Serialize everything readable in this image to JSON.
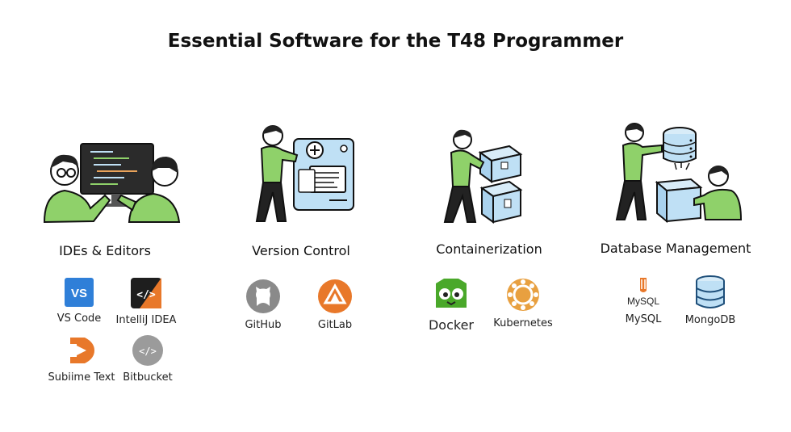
{
  "title": "Essential Software for the T48 Programmer",
  "categories": [
    {
      "title": "IDEs & Editors",
      "tools": [
        {
          "label": "VS Code",
          "icon": "vscode-icon",
          "icon_text": "VS"
        },
        {
          "label": "IntelliJ IDEA",
          "icon": "intellij-icon",
          "icon_text": "</>"
        },
        {
          "label": "Subiime Text",
          "icon": "sublime-icon"
        },
        {
          "label": "Bitbucket",
          "icon": "bitbucket-icon",
          "icon_text": "</>"
        }
      ]
    },
    {
      "title": "Version Control",
      "tools": [
        {
          "label": "GitHub",
          "icon": "github-icon"
        },
        {
          "label": "GitLab",
          "icon": "gitlab-icon"
        }
      ]
    },
    {
      "title": "Containerization",
      "tools": [
        {
          "label": "Docker",
          "icon": "docker-icon"
        },
        {
          "label": "Kubernetes",
          "icon": "kubernetes-icon"
        }
      ]
    },
    {
      "title": "Database Management",
      "tools": [
        {
          "label": "MySQL",
          "icon": "mysql-icon",
          "icon_text": "MySQL"
        },
        {
          "label": "MongoDB",
          "icon": "mongodb-icon"
        }
      ]
    }
  ],
  "colors": {
    "green_shirt": "#8fd16a",
    "light_blue": "#bfe0f5",
    "outline": "#1a1a1a",
    "vscode_blue": "#2f7fd8",
    "orange": "#e8782a",
    "gray": "#9b9b9b",
    "docker_green": "#4aa82a"
  }
}
